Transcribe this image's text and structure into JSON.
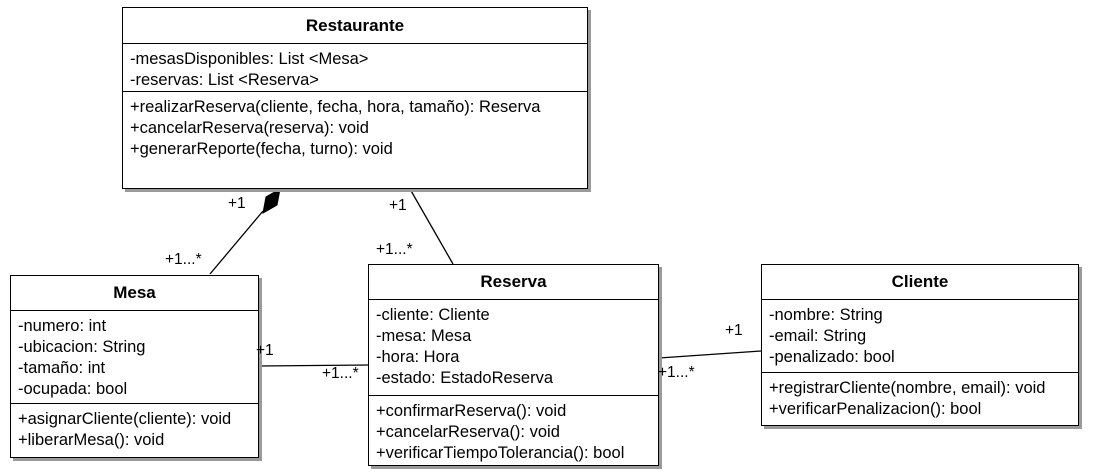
{
  "classes": {
    "restaurante": {
      "name": "Restaurante",
      "attributes": [
        "-mesasDisponibles: List <Mesa>",
        "-reservas: List <Reserva>"
      ],
      "methods": [
        "+realizarReserva(cliente, fecha, hora, tamaño): Reserva",
        "+cancelarReserva(reserva): void",
        "+generarReporte(fecha, turno): void"
      ]
    },
    "mesa": {
      "name": "Mesa",
      "attributes": [
        "-numero: int",
        "-ubicacion: String",
        "-tamaño: int",
        "-ocupada: bool"
      ],
      "methods": [
        "+asignarCliente(cliente): void",
        "+liberarMesa(): void"
      ]
    },
    "reserva": {
      "name": "Reserva",
      "attributes": [
        "-cliente: Cliente",
        "-mesa: Mesa",
        "-hora: Hora",
        "-estado: EstadoReserva"
      ],
      "methods": [
        "+confirmarReserva(): void",
        "+cancelarReserva(): void",
        "+verificarTiempoTolerancia(): bool"
      ]
    },
    "cliente": {
      "name": "Cliente",
      "attributes": [
        "-nombre: String",
        "-email: String",
        "-penalizado: bool"
      ],
      "methods": [
        "+registrarCliente(nombre, email): void",
        "+verificarPenalizacion(): bool"
      ]
    }
  },
  "multiplicities": {
    "rest_mesa_rest": "+1",
    "rest_mesa_mesa": "+1...*",
    "rest_reserva_rest": "+1",
    "rest_reserva_reserva": "+1...*",
    "mesa_reserva_mesa": "+1",
    "mesa_reserva_reserva": "+1...*",
    "cliente_reserva_cliente": "+1",
    "cliente_reserva_reserva": "+1...*"
  }
}
